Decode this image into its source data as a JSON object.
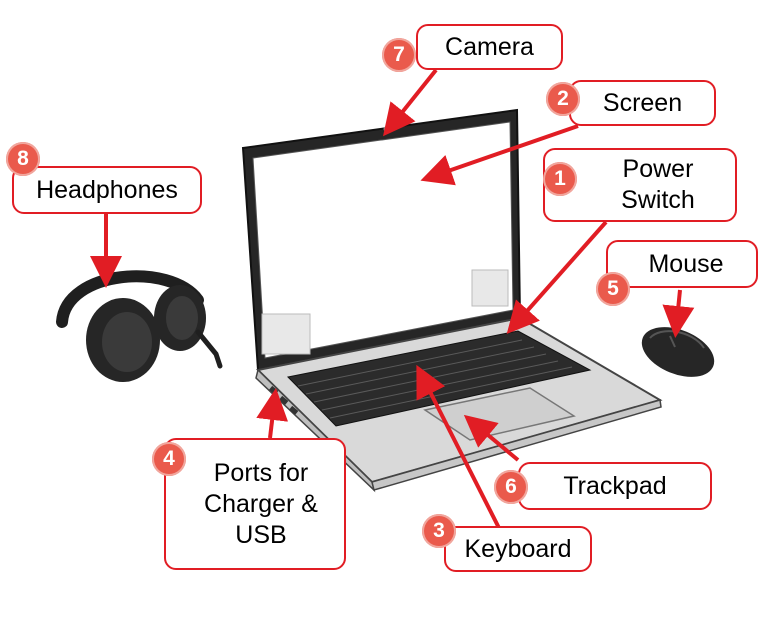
{
  "colors": {
    "callout_border": "#e11d24",
    "badge_fill": "#ea5a4c",
    "arrow": "#e11d24",
    "device_dark": "#1f1f1f",
    "device_body": "#d9d9d9"
  },
  "callouts": [
    {
      "number": "7",
      "label": "Camera"
    },
    {
      "number": "2",
      "label": "Screen"
    },
    {
      "number": "1",
      "label": "Power\nSwitch"
    },
    {
      "number": "8",
      "label": "Headphones"
    },
    {
      "number": "5",
      "label": "Mouse"
    },
    {
      "number": "4",
      "label": "Ports for\nCharger &\nUSB"
    },
    {
      "number": "6",
      "label": "Trackpad"
    },
    {
      "number": "3",
      "label": "Keyboard"
    }
  ]
}
